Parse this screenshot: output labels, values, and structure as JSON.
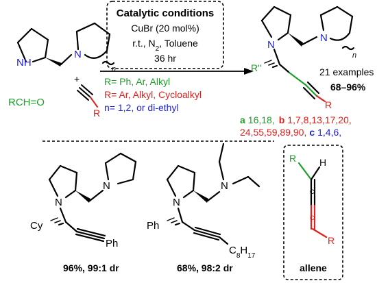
{
  "colors": {
    "bond": "#000000",
    "nitrogen": "#1f1fd6",
    "green": "#1e9e2a",
    "red": "#e0201c",
    "blue": "#1f1fd6"
  },
  "reactants": {
    "amine_nh": "NH",
    "amine_n": "N",
    "ring_n": "n",
    "plus": "+",
    "aldehyde": "RCH=O",
    "alkyne_r": "R"
  },
  "conditions": {
    "title": "Catalytic conditions",
    "catalyst": "CuBr (20 mol%)",
    "line2_pre": "r.t., N",
    "line2_sub": "2",
    "line2_post": ", Toluene",
    "time": "36 hr"
  },
  "substituents": {
    "green_r": "R= Ph, Ar, Alkyl",
    "red_r": "R= Ar, Alkyl, Cycloalkyl",
    "blue_n": "n= 1,2, or di-ethyl"
  },
  "product": {
    "n_top": "N",
    "n_left": "N",
    "ring_n": "n",
    "r_left": "R''",
    "r_right": "R",
    "examples": "21 examples",
    "yield": "68–96%"
  },
  "references": {
    "a_label": "a",
    "a_refs": "16,18,",
    "b_label": "b",
    "b_refs_1": "1,7,8,13,17,20,",
    "b_refs_2": "24,55,59,89,90,",
    "c_label": "c",
    "c_refs": "1,4,6,"
  },
  "example1": {
    "n_ring": "N",
    "n_pyr": "N",
    "cy": "Cy",
    "ph": "Ph",
    "result": "96%, 99:1 dr"
  },
  "example2": {
    "n_ring": "N",
    "n_amine": "N",
    "ph": "Ph",
    "chain": "C",
    "chain_sub": "8",
    "chain_h": "H",
    "chain_sub2": "17",
    "result": "68%, 98:2 dr"
  },
  "allene": {
    "r_top": "R",
    "h": "H",
    "c1": "C",
    "c2": "C",
    "r_bottom": "R",
    "label": "allene"
  }
}
